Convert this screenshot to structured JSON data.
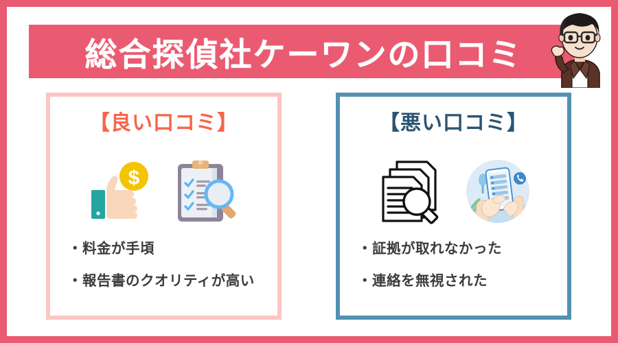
{
  "page": {
    "title": "総合探偵社ケーワンの口コミ",
    "frame_color": "#EA5A70",
    "banner_color": "#EA5A70",
    "background": "#ffffff"
  },
  "avatar": {
    "name": "male-presenter-avatar",
    "hair_color": "#1E1A1C",
    "skin_color": "#F7E0CE",
    "jacket_color": "#5A3328",
    "shirt_color": "#FFFFFF",
    "glasses_color": "#2A2A2A"
  },
  "cards": [
    {
      "id": "good",
      "heading": "【良い口コミ】",
      "heading_color": "#F96449",
      "border_color": "#FBC6C3",
      "icons": [
        {
          "name": "thumbs-up-coin-icon",
          "label": "親指アイコンとコイン"
        },
        {
          "name": "clipboard-checklist-magnifier-icon",
          "label": "チェックリストと虫眼鏡"
        }
      ],
      "items": [
        "・料金が手頃",
        "・報告書のクオリティが高い"
      ]
    },
    {
      "id": "bad",
      "heading": "【悪い口コミ】",
      "heading_color": "#2B5573",
      "border_color": "#5291B0",
      "icons": [
        {
          "name": "documents-magnifier-icon",
          "label": "書類と虫眼鏡"
        },
        {
          "name": "hands-smartphone-circle-icon",
          "label": "スマートフォンを操作する手"
        }
      ],
      "items": [
        "・証拠が取れなかった",
        "・連絡を無視された"
      ]
    }
  ],
  "colors": {
    "text_body": "#3C3C3C",
    "coin_gold": "#F5C400",
    "sleeve_teal": "#25A5A0",
    "skin_peach": "#F9D7BB",
    "clipboard_frame": "#8C8499",
    "clipboard_clip": "#E8B478",
    "check_blue": "#5BB9F0",
    "magnifier_blue": "#63B8F4",
    "illustration_bg": "#D9EAF5",
    "phone_blue": "#4A90D9",
    "leaf_green": "#76C08E"
  }
}
